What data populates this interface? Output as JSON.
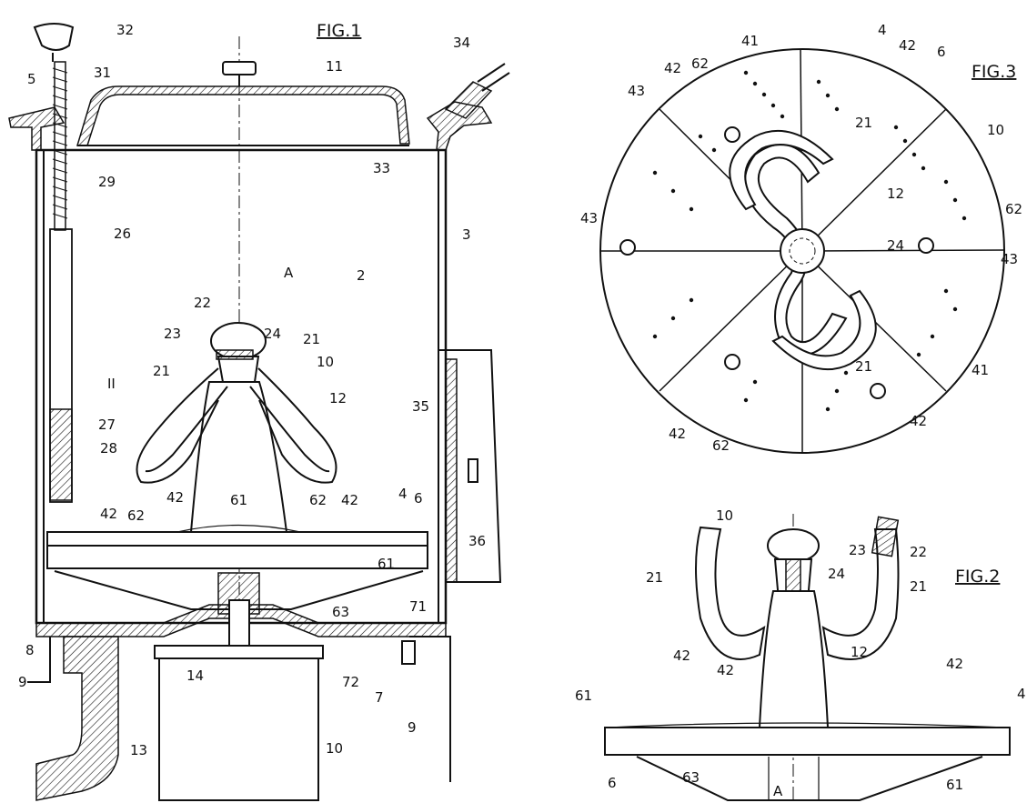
{
  "figures": {
    "fig1": "FIG.1",
    "fig2": "FIG.2",
    "fig3": "FIG.3"
  },
  "labels": {
    "n32": "32",
    "n34": "34",
    "n31": "31",
    "n5": "5",
    "n11": "11",
    "n33": "33",
    "n29": "29",
    "n26": "26",
    "n3": "3",
    "n2": "2",
    "nA": "A",
    "n22": "22",
    "n23": "23",
    "n24": "24",
    "n21a": "21",
    "n21b": "21",
    "n10": "10",
    "nII": "II",
    "n27": "27",
    "n12": "12",
    "n35": "35",
    "n28": "28",
    "n42a": "42",
    "n61a": "61",
    "n62a": "62",
    "n42b": "42",
    "n4": "4",
    "n6": "6",
    "n42c": "42",
    "n62b": "62",
    "n36": "36",
    "n61b": "61",
    "n63": "63",
    "n71": "71",
    "n8": "8",
    "n9a": "9",
    "n14": "14",
    "n72": "72",
    "n7": "7",
    "n13": "13",
    "n10b": "10",
    "n9b": "9",
    "f3_4": "4",
    "f3_41": "41",
    "f3_42a": "42",
    "f3_62a": "62",
    "f3_42b": "42",
    "f3_6": "6",
    "f3_43a": "43",
    "f3_21a": "21",
    "f3_10": "10",
    "f3_12": "12",
    "f3_43b": "43",
    "f3_24": "24",
    "f3_62b": "62",
    "f3_43c": "43",
    "f3_21b": "21",
    "f3_41b": "41",
    "f3_42c": "42",
    "f3_42d": "42",
    "f3_62c": "62",
    "f2_10": "10",
    "f2_23": "23",
    "f2_22": "22",
    "f2_24": "24",
    "f2_21a": "21",
    "f2_21b": "21",
    "f2_42a": "42",
    "f2_42b": "42",
    "f2_12": "12",
    "f2_42c": "42",
    "f2_61a": "61",
    "f2_4": "4",
    "f2_6": "6",
    "f2_63": "63",
    "f2_A": "A",
    "f2_61b": "61"
  }
}
